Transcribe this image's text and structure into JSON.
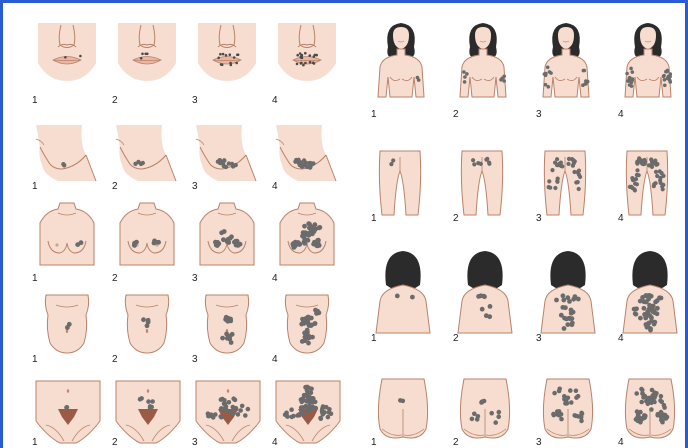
{
  "colors": {
    "skin": "#f7ddcf",
    "skin_shadow": "#eec3ad",
    "outline": "#b9826a",
    "hair": "#2b2b2b",
    "lesion": "#6b6b6b",
    "lesion_dark": "#4a4a4a",
    "pubic": "#9b5a45",
    "frame": "#2a5bd7"
  },
  "stages": [
    "1",
    "2",
    "3",
    "4"
  ],
  "left_panel": [
    {
      "region": "perioral",
      "icon": "perioral-face-icon",
      "stage_labels": [
        "1",
        "2",
        "3",
        "4"
      ]
    },
    {
      "region": "chin-jaw",
      "icon": "chin-profile-icon",
      "stage_labels": [
        "1",
        "2",
        "3",
        "4"
      ]
    },
    {
      "region": "chest",
      "icon": "chest-icon",
      "stage_labels": [
        "1",
        "2",
        "3",
        "4"
      ]
    },
    {
      "region": "upper-abdomen",
      "icon": "abdomen-icon",
      "stage_labels": [
        "1",
        "2",
        "3",
        "4"
      ]
    },
    {
      "region": "lower-abdomen",
      "icon": "pubic-region-icon",
      "stage_labels": [
        "1",
        "2",
        "3",
        "4"
      ]
    }
  ],
  "right_panel": [
    {
      "region": "upper-arms",
      "icon": "woman-front-torso-icon",
      "stage_labels": [
        "1",
        "2",
        "3",
        "4"
      ]
    },
    {
      "region": "thighs",
      "icon": "thighs-icon",
      "stage_labels": [
        "1",
        "2",
        "3",
        "4"
      ]
    },
    {
      "region": "upper-back",
      "icon": "woman-back-icon",
      "stage_labels": [
        "1",
        "2",
        "3",
        "4"
      ]
    },
    {
      "region": "lower-back",
      "icon": "buttocks-icon",
      "stage_labels": [
        "1",
        "2",
        "3",
        "4"
      ]
    }
  ]
}
